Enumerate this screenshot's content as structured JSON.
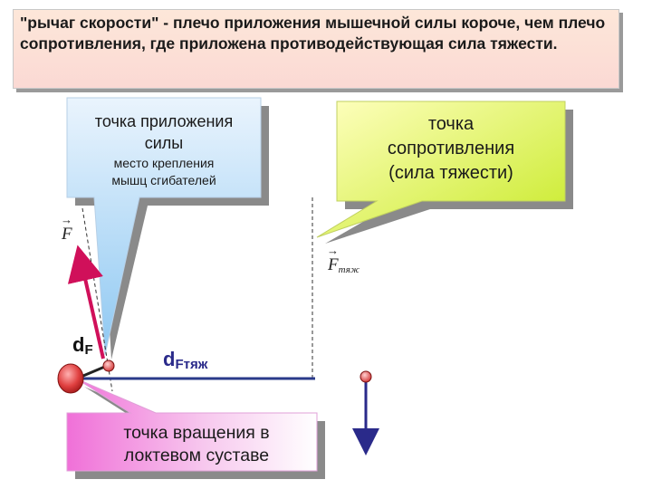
{
  "title": {
    "text": "\"рычаг скорости\" - плечо приложения мышечной силы короче, чем плечо сопротивления, где приложена противодействующая сила тяжести."
  },
  "callout_force": {
    "line1": "точка приложения",
    "line2": "силы",
    "sub1": "место крепления",
    "sub2": "мышц сгибателей"
  },
  "callout_resistance": {
    "line1": "точка",
    "line2": "сопротивления",
    "line3": "(сила тяжести)"
  },
  "callout_rotation": {
    "line1": "точка вращения в",
    "line2": "локтевом суставе"
  },
  "labels": {
    "force": "F",
    "gravity_force": "F",
    "gravity_sub": "тяж",
    "d_f": "d",
    "d_f_sub": "F",
    "d_ftyazh": "d",
    "d_ftyazh_sub": "Fтяж"
  },
  "colors": {
    "force_arrow": "#d0105a",
    "gravity_arrow": "#2a2a8a",
    "lever": "#2a3a8a",
    "callout_blue": "#a8d4f4",
    "callout_green": "#d4f040",
    "callout_pink": "#f47ad8"
  }
}
